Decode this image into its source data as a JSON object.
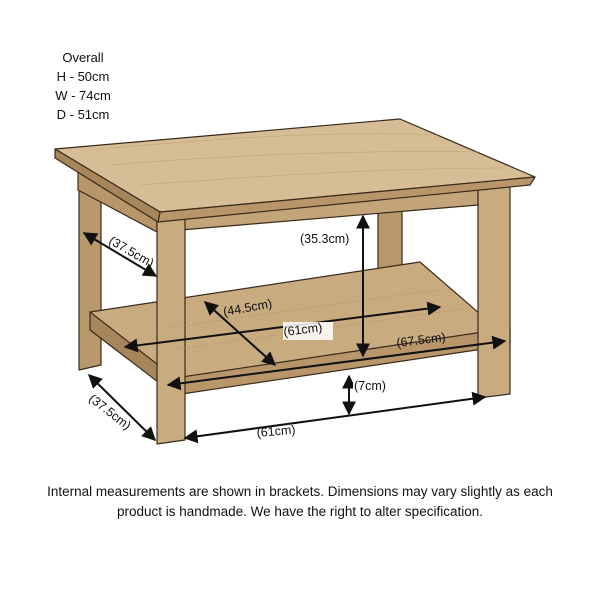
{
  "overall": {
    "heading": "Overall",
    "height": "H - 50cm",
    "width": "W - 74cm",
    "depth": "D - 51cm"
  },
  "dimensions": {
    "leg_depth_internal": "(37.5cm)",
    "shelf_height": "(35.3cm)",
    "shelf_depth": "(44.5cm)",
    "shelf_width_internal": "(61cm)",
    "shelf_length": "(67.5cm)",
    "ground_clearance": "(7cm)",
    "leg_depth_external": "(37.5cm)",
    "leg_span": "(61cm)"
  },
  "footer": {
    "line1": "Internal measurements are shown in brackets. Dimensions may vary slightly as each",
    "line2": "product is handmade. We have the right to alter specification."
  },
  "colors": {
    "wood_top": "#d6bd95",
    "wood_side": "#c4a57a",
    "wood_dark": "#a8865b",
    "line": "#3a2b1c"
  }
}
